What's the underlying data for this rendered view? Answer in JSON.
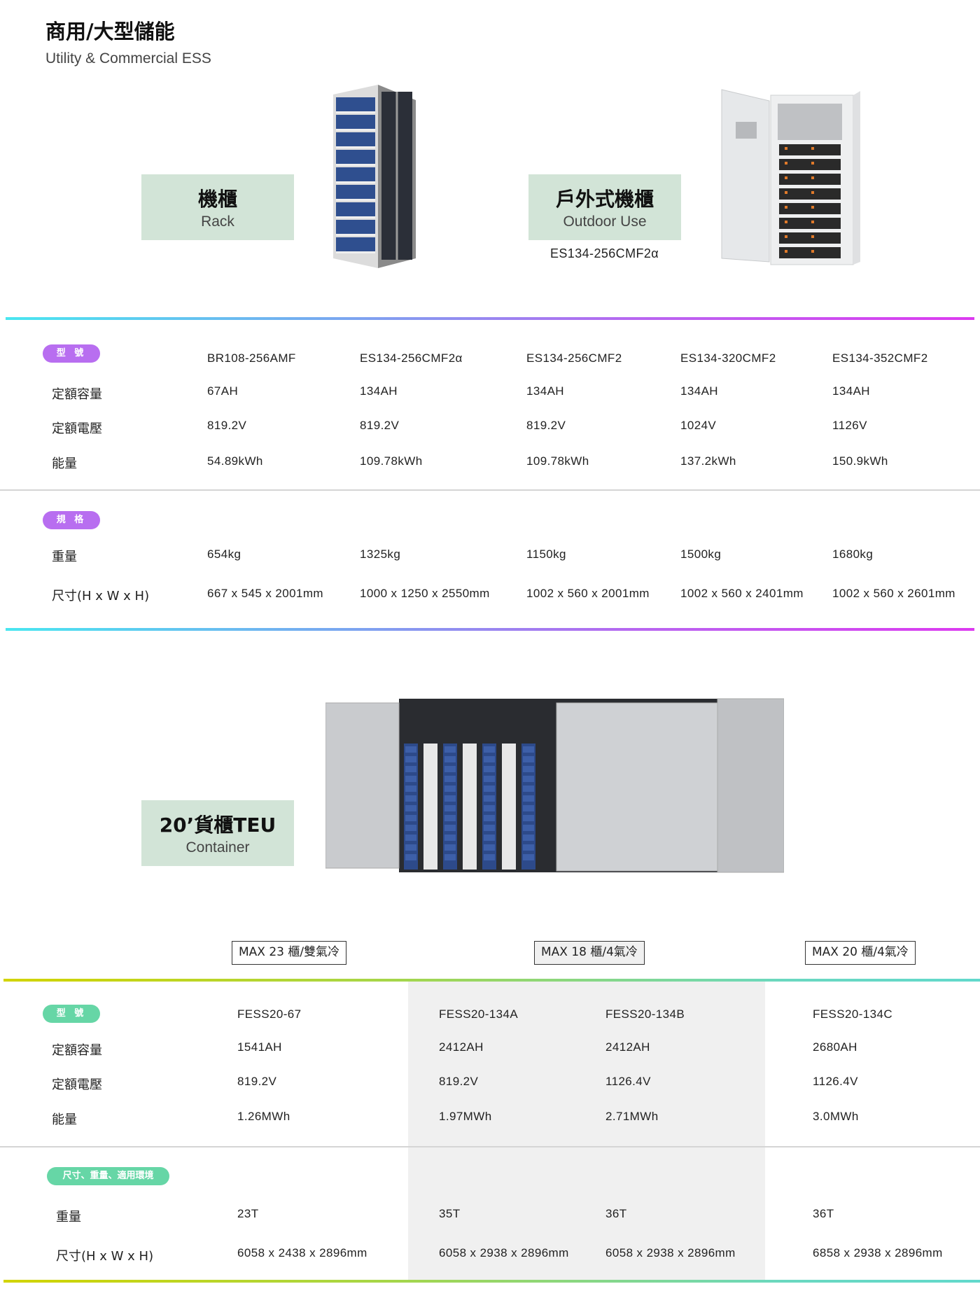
{
  "header": {
    "title": "商用/大型儲能",
    "subtitle": "Utility & Commercial ESS"
  },
  "categories": {
    "rack": {
      "zh": "機櫃",
      "en": "Rack"
    },
    "outdoor": {
      "zh": "戶外式機櫃",
      "en": "Outdoor Use",
      "model": "ES134-256CMF2α"
    },
    "container": {
      "zh": "20’貨櫃TEU",
      "en": "Container"
    }
  },
  "cabinet_table": {
    "badge_model": "型 號",
    "badge_spec": "規 格",
    "row_labels": {
      "capacity": "定額容量",
      "voltage": "定額電壓",
      "energy": "能量",
      "weight": "重量",
      "size": "尺寸(H x W x H)"
    },
    "columns": [
      {
        "model": "BR108-256AMF",
        "capacity": "67AH",
        "voltage": "819.2V",
        "energy": "54.89kWh",
        "weight": "654kg",
        "size": "667 x 545 x 2001mm"
      },
      {
        "model": "ES134-256CMF2α",
        "capacity": "134AH",
        "voltage": "819.2V",
        "energy": "109.78kWh",
        "weight": "1325kg",
        "size": "1000 x 1250 x 2550mm"
      },
      {
        "model": "ES134-256CMF2",
        "capacity": "134AH",
        "voltage": "819.2V",
        "energy": "109.78kWh",
        "weight": "1150kg",
        "size": "1002 x 560 x 2001mm"
      },
      {
        "model": "ES134-320CMF2",
        "capacity": "134AH",
        "voltage": "1024V",
        "energy": "137.2kWh",
        "weight": "1500kg",
        "size": "1002 x 560 x 2401mm"
      },
      {
        "model": "ES134-352CMF2",
        "capacity": "134AH",
        "voltage": "1126V",
        "energy": "150.9kWh",
        "weight": "1680kg",
        "size": "1002 x 560 x 2601mm"
      }
    ]
  },
  "container_table": {
    "max_labels": [
      "MAX 23 櫃/雙氣冷",
      "MAX 18 櫃/4氣冷",
      "MAX 20 櫃/4氣冷"
    ],
    "badge_model": "型 號",
    "badge_spec": "尺寸、重量、適用環境",
    "row_labels": {
      "capacity": "定額容量",
      "voltage": "定額電壓",
      "energy": "能量",
      "weight": "重量",
      "size": "尺寸(H x W x H)"
    },
    "columns": [
      {
        "model": "FESS20-67",
        "capacity": "1541AH",
        "voltage": "819.2V",
        "energy": "1.26MWh",
        "weight": "23T",
        "size": "6058 x 2438 x 2896mm"
      },
      {
        "model": "FESS20-134A",
        "capacity": "2412AH",
        "voltage": "819.2V",
        "energy": "1.97MWh",
        "weight": "35T",
        "size": "6058 x 2938 x 2896mm"
      },
      {
        "model": "FESS20-134B",
        "capacity": "2412AH",
        "voltage": "1126.4V",
        "energy": "2.71MWh",
        "weight": "36T",
        "size": "6058 x 2938 x 2896mm"
      },
      {
        "model": "FESS20-134C",
        "capacity": "2680AH",
        "voltage": "1126.4V",
        "energy": "3.0MWh",
        "weight": "36T",
        "size": "6858 x 2938 x 2896mm"
      }
    ]
  },
  "colors": {
    "category_box": "#d2e4d7",
    "purple_badge": "#b86ef0",
    "green_badge": "#66d6a6"
  }
}
